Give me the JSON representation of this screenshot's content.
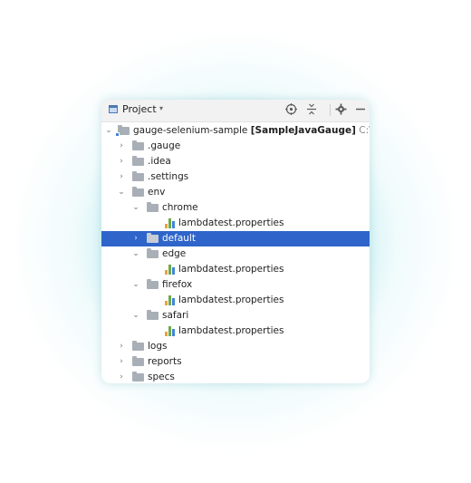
{
  "header": {
    "title": "Project",
    "caret": "▾",
    "locate_icon": "crosshair-icon",
    "collapse_icon": "collapse-all-icon",
    "settings_icon": "gear-icon",
    "hide_icon": "minimize-icon"
  },
  "tree": {
    "root": {
      "name": "gauge-selenium-sample",
      "module": "[SampleJavaGauge]",
      "path": "C:\\Users\\Le"
    },
    "items": [
      {
        "label": ".gauge"
      },
      {
        "label": ".idea"
      },
      {
        "label": ".settings"
      },
      {
        "label": "env"
      },
      {
        "label": "chrome"
      },
      {
        "label": "lambdatest.properties"
      },
      {
        "label": "default"
      },
      {
        "label": "edge"
      },
      {
        "label": "lambdatest.properties"
      },
      {
        "label": "firefox"
      },
      {
        "label": "lambdatest.properties"
      },
      {
        "label": "safari"
      },
      {
        "label": "lambdatest.properties"
      },
      {
        "label": "logs"
      },
      {
        "label": "reports"
      },
      {
        "label": "specs"
      }
    ],
    "selected": "default"
  },
  "colors": {
    "selection": "#2f65ca",
    "folder": "#a9afb6",
    "accent_glow": "#78d7e1"
  }
}
